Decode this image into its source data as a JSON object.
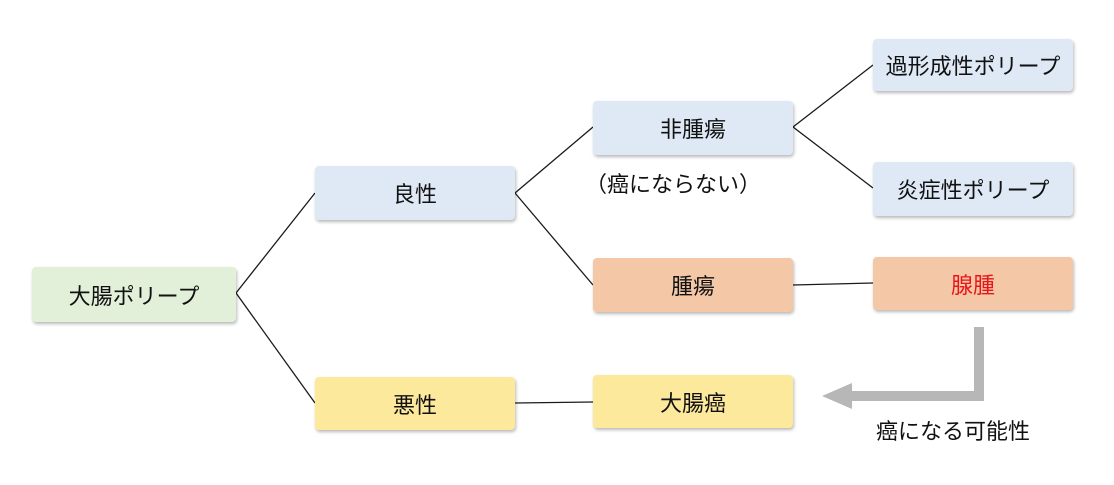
{
  "nodes": {
    "root": "大腸ポリープ",
    "benign": "良性",
    "malignant": "悪性",
    "non_neoplastic": "非腫瘍",
    "neoplastic": "腫瘍",
    "colorectal_cancer": "大腸癌",
    "hyperplastic_polyp": "過形成性ポリープ",
    "inflammatory_polyp": "炎症性ポリープ",
    "adenoma": "腺腫"
  },
  "notes": {
    "non_neoplastic_note": "（癌にならない）",
    "cancer_potential": "癌になる可能性"
  },
  "colors": {
    "root": "#e2efd9",
    "benign_group": "#dee9f5",
    "neoplastic_group": "#f4c8a7",
    "malignant_group": "#fde99b",
    "adenoma_text": "#e8161b",
    "line": "#1a1a1a",
    "arrow": "#b7b7b7"
  }
}
